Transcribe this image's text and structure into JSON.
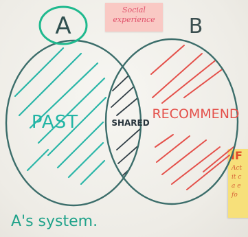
{
  "labels": {
    "set_a": "A",
    "set_b": "B",
    "past": "PAST",
    "shared": "SHARED",
    "recommend": "RECOMMEND",
    "caption": "A's system."
  },
  "sticky_note": {
    "text": "Social\nexperience"
  },
  "side_note": {
    "heading": "IF",
    "text": "Act\nit c\na e\nfo"
  },
  "colors": {
    "outline": "#3b6d6a",
    "teal": "#2ab6a8",
    "red": "#e4504a",
    "dark_hatch": "#2f3d45",
    "caption": "#1fa28a"
  }
}
